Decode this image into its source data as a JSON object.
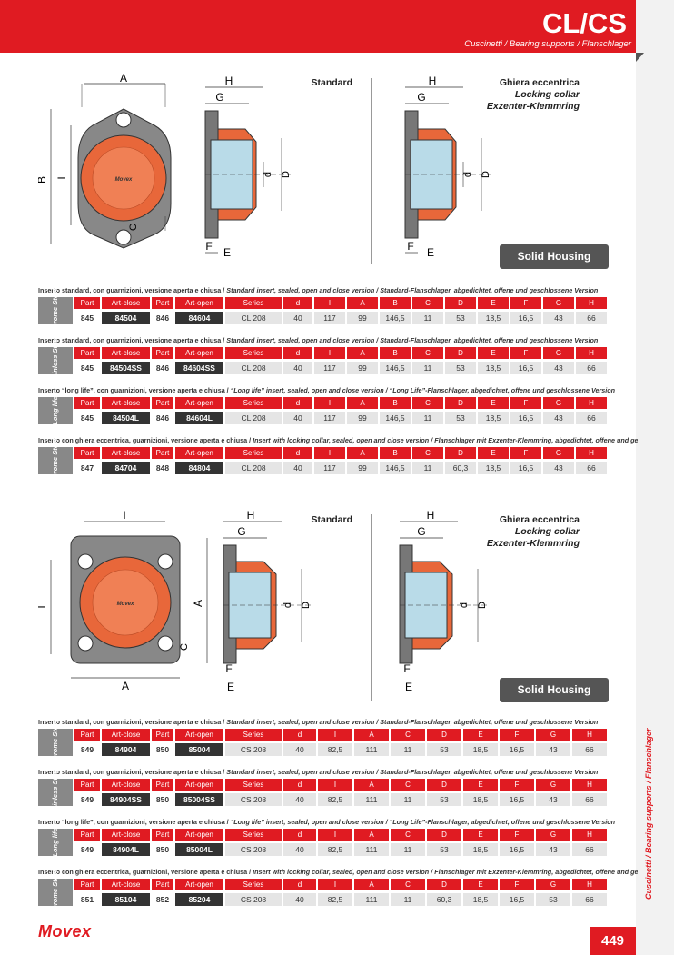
{
  "header": {
    "title": "CL/CS",
    "subtitle_plain": "Cuscinetti / ",
    "subtitle_italic": "Bearing supports / Flanschlager"
  },
  "side_label": "Cuscinetti / Bearing supports / Flanschlager",
  "footer": {
    "logo": "Movex",
    "page_number": "449"
  },
  "labels": {
    "standard": "Standard",
    "locking_it": "Ghiera eccentrica",
    "locking_en": "Locking collar",
    "locking_de": "Exzenter-Klemmring",
    "solid_housing": "Solid Housing",
    "dims": {
      "A": "A",
      "B": "B",
      "I": "I",
      "C": "C",
      "H": "H",
      "G": "G",
      "F": "F",
      "E": "E",
      "d": "d",
      "D": "D"
    }
  },
  "tag_names": {
    "chrome": "Chrome Steel",
    "stainless": "Stainless Steel",
    "longlife": "\"Long life\""
  },
  "cl_section": {
    "headers": [
      "Part",
      "Art-close",
      "Part",
      "Art-open",
      "Series",
      "d",
      "I",
      "A",
      "B",
      "C",
      "D",
      "E",
      "F",
      "G",
      "H"
    ],
    "tables": [
      {
        "caption_plain": "Inserto standard, con guarnizioni, versione aperta e chiusa / ",
        "caption_italic": "Standard insert, sealed, open and close version / Standard-Flanschlager, abgedichtet, offene und geschlossene Version",
        "tag": "Chrome Steel",
        "row": [
          "845",
          "84504",
          "846",
          "84604",
          "CL 208",
          "40",
          "117",
          "99",
          "146,5",
          "11",
          "53",
          "18,5",
          "16,5",
          "43",
          "66"
        ]
      },
      {
        "caption_plain": "Inserto standard, con guarnizioni, versione aperta e chiusa / ",
        "caption_italic": "Standard insert, sealed, open and close version / Standard-Flanschlager, abgedichtet, offene und geschlossene Version",
        "tag": "Stainless Steel",
        "row": [
          "845",
          "84504SS",
          "846",
          "84604SS",
          "CL 208",
          "40",
          "117",
          "99",
          "146,5",
          "11",
          "53",
          "18,5",
          "16,5",
          "43",
          "66"
        ]
      },
      {
        "caption_plain": "Inserto “long life”, con guarnizioni, versione aperta e chiusa / ",
        "caption_italic": "“Long life” insert, sealed, open and close version / “Long Life”-Flanschlager, abgedichtet, offene und geschlossene Version",
        "tag": "\"Long life\"",
        "row": [
          "845",
          "84504L",
          "846",
          "84604L",
          "CL 208",
          "40",
          "117",
          "99",
          "146,5",
          "11",
          "53",
          "18,5",
          "16,5",
          "43",
          "66"
        ]
      },
      {
        "caption_plain": "Inserto con ghiera eccentrica, guarnizioni, versione aperta e chiusa / ",
        "caption_italic": "Insert with locking collar, sealed, open and close version / Flanschlager mit Exzenter-Klemmring, abgedichtet, offene und geschlossene Version",
        "tag": "Chrome Steel",
        "row": [
          "847",
          "84704",
          "848",
          "84804",
          "CL 208",
          "40",
          "117",
          "99",
          "146,5",
          "11",
          "60,3",
          "18,5",
          "16,5",
          "43",
          "66"
        ]
      }
    ]
  },
  "cs_section": {
    "headers": [
      "Part",
      "Art-close",
      "Part",
      "Art-open",
      "Series",
      "d",
      "I",
      "A",
      "C",
      "D",
      "E",
      "F",
      "G",
      "H"
    ],
    "tables": [
      {
        "caption_plain": "Inserto standard, con guarnizioni, versione aperta e chiusa / ",
        "caption_italic": "Standard insert, sealed, open and close version / Standard-Flanschlager, abgedichtet, offene und geschlossene Version",
        "tag": "Chrome Steel",
        "row": [
          "849",
          "84904",
          "850",
          "85004",
          "CS 208",
          "40",
          "82,5",
          "111",
          "11",
          "53",
          "18,5",
          "16,5",
          "43",
          "66"
        ]
      },
      {
        "caption_plain": "Inserto standard, con guarnizioni, versione aperta e chiusa / ",
        "caption_italic": "Standard insert, sealed, open and close version / Standard-Flanschlager, abgedichtet, offene und geschlossene Version",
        "tag": "Stainless Steel",
        "row": [
          "849",
          "84904SS",
          "850",
          "85004SS",
          "CS 208",
          "40",
          "82,5",
          "111",
          "11",
          "53",
          "18,5",
          "16,5",
          "43",
          "66"
        ]
      },
      {
        "caption_plain": "Inserto “long life”, con guarnizioni, versione aperta e chiusa / ",
        "caption_italic": "“Long life” insert, sealed, open and close version / “Long Life”-Flanschlager, abgedichtet, offene und geschlossene Version",
        "tag": "\"Long life\"",
        "row": [
          "849",
          "84904L",
          "850",
          "85004L",
          "CS 208",
          "40",
          "82,5",
          "111",
          "11",
          "53",
          "18,5",
          "16,5",
          "43",
          "66"
        ]
      },
      {
        "caption_plain": "Inserto con ghiera eccentrica, guarnizioni, versione aperta e chiusa / ",
        "caption_italic": "Insert with locking collar, sealed, open and close version / Flanschlager mit Exzenter-Klemmring, abgedichtet, offene und geschlossene Version",
        "tag": "Chrome Steel",
        "row": [
          "851",
          "85104",
          "852",
          "85204",
          "CS 208",
          "40",
          "82,5",
          "111",
          "11",
          "60,3",
          "18,5",
          "16,5",
          "53",
          "66"
        ]
      }
    ]
  }
}
